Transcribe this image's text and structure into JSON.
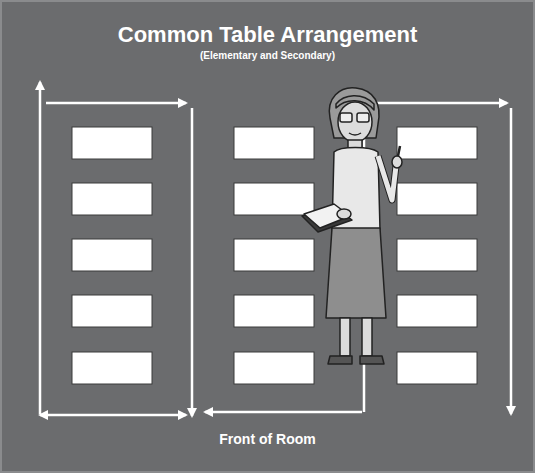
{
  "diagram": {
    "title": "Common Table Arrangement",
    "labels": [
      "(Elementary and Secondary)",
      "Front of Room"
    ]
  }
}
